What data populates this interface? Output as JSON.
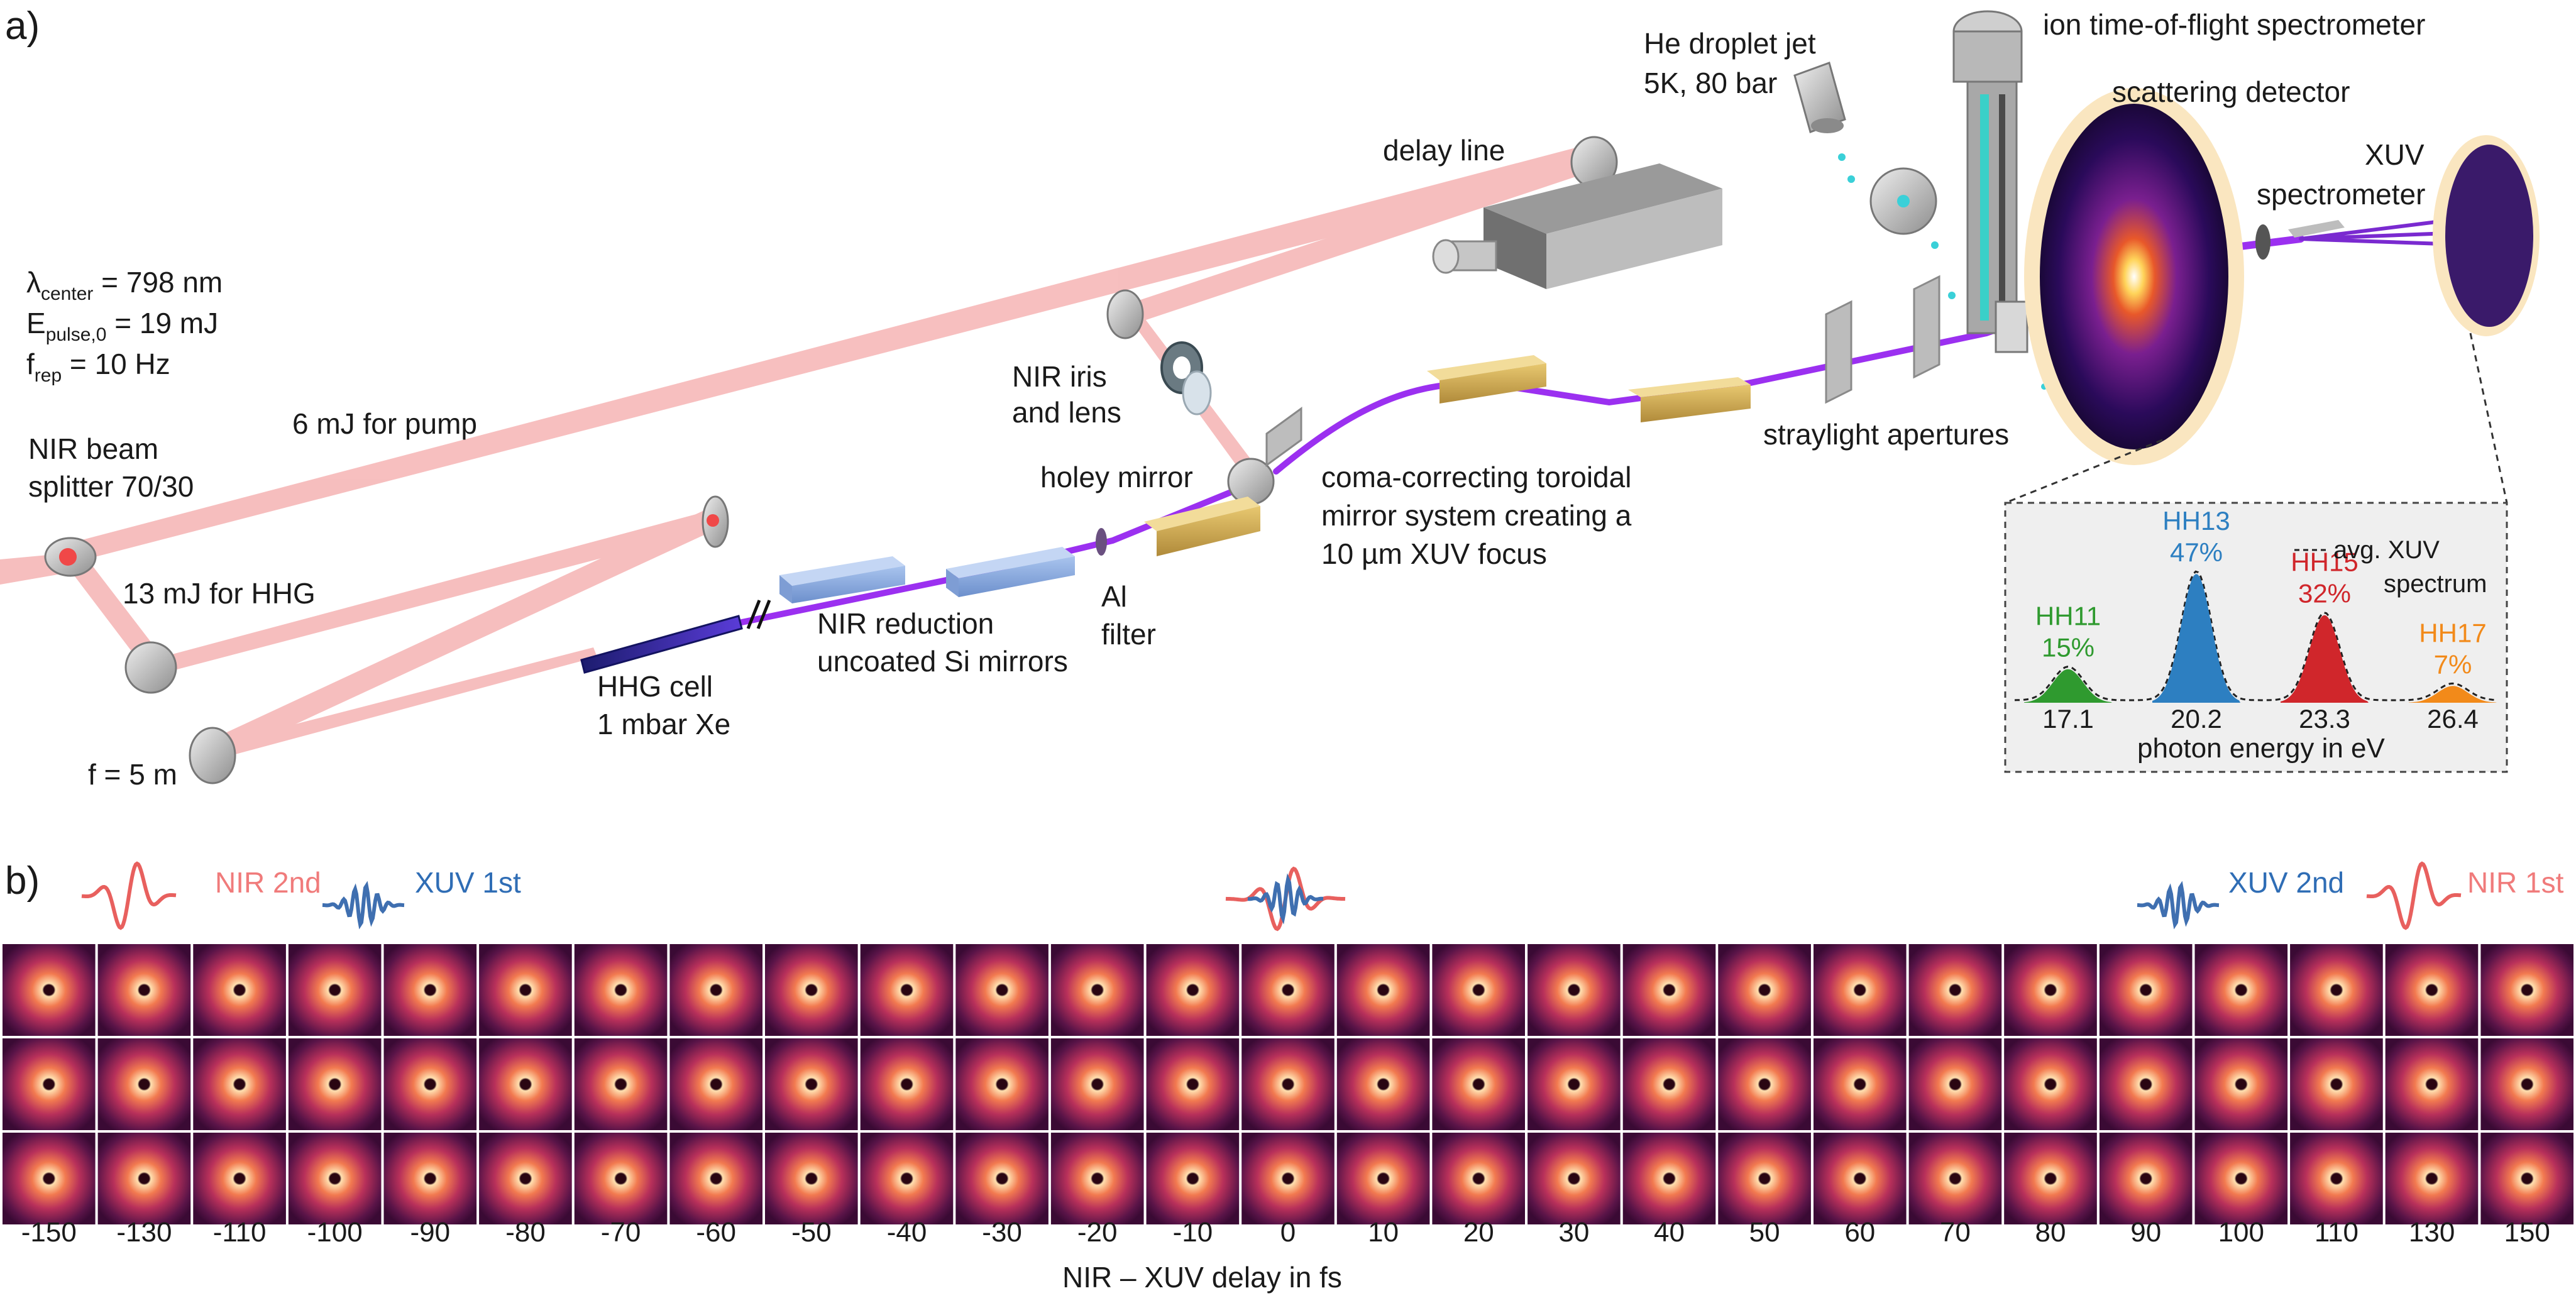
{
  "panel_a": {
    "label": "a)",
    "params": {
      "lambda": {
        "sym": "λ",
        "sub": "center",
        "rest": " = 798 nm"
      },
      "energy": {
        "sym": "E",
        "sub": "pulse,0",
        "rest": " = 19 mJ"
      },
      "rep": {
        "sym": "f",
        "sub": "rep",
        "rest": " = 10 Hz"
      }
    },
    "labels": {
      "pump": "6 mJ for pump",
      "splitter_1": "NIR beam",
      "splitter_2": "splitter 70/30",
      "hhg_energy": "13 mJ for HHG",
      "focal": "f = 5 m",
      "hhg_cell_1": "HHG cell",
      "hhg_cell_2": "1 mbar Xe",
      "nir_red_1": "NIR reduction",
      "nir_red_2": "uncoated Si mirrors",
      "al_1": "Al",
      "al_2": "filter",
      "holey": "holey mirror",
      "iris_1": "NIR iris",
      "iris_2": "and lens",
      "delay": "delay line",
      "coma_1": "coma-correcting toroidal",
      "coma_2": "mirror system creating a",
      "coma_3": "10 µm XUV focus",
      "straylight": "straylight apertures",
      "jet_1": "He droplet jet",
      "jet_2": "5K, 80 bar",
      "tof": "ion time-of-flight spectrometer",
      "scatter": "scattering detector",
      "xuv_spec_1": "XUV",
      "xuv_spec_2": "spectrometer"
    },
    "inset": {
      "legend": "avg. XUV",
      "legend_2": "spectrum",
      "xlabel": "photon energy in eV",
      "peaks": [
        {
          "name": "HH11",
          "pct": "15%",
          "energy": "17.1",
          "rel_height": 0.26,
          "color": "#2f9a2f"
        },
        {
          "name": "HH13",
          "pct": "47%",
          "energy": "20.2",
          "rel_height": 1.0,
          "color": "#2d7fc1"
        },
        {
          "name": "HH15",
          "pct": "32%",
          "energy": "23.3",
          "rel_height": 0.68,
          "color": "#d0262b"
        },
        {
          "name": "HH17",
          "pct": "7%",
          "energy": "26.4",
          "rel_height": 0.13,
          "color": "#f28a1a"
        }
      ]
    }
  },
  "panel_b": {
    "label": "b)",
    "pulses": {
      "nir_2nd": "NIR 2nd",
      "xuv_1st": "XUV 1st",
      "xuv_2nd": "XUV 2nd",
      "nir_1st": "NIR 1st"
    },
    "delays": [
      "-150",
      "-130",
      "-110",
      "-100",
      "-90",
      "-80",
      "-70",
      "-60",
      "-50",
      "-40",
      "-30",
      "-20",
      "-10",
      "0",
      "10",
      "20",
      "30",
      "40",
      "50",
      "60",
      "70",
      "80",
      "90",
      "100",
      "110",
      "130",
      "150"
    ],
    "xlabel": "NIR – XUV delay in fs"
  },
  "colors": {
    "nir": "#f08a8a",
    "xuv": "#9b30f0",
    "nir_wave": "#e8605e",
    "xuv_wave": "#3f6fb0",
    "nir_label": "#f07b7b",
    "xuv_label": "#2f6db5"
  }
}
